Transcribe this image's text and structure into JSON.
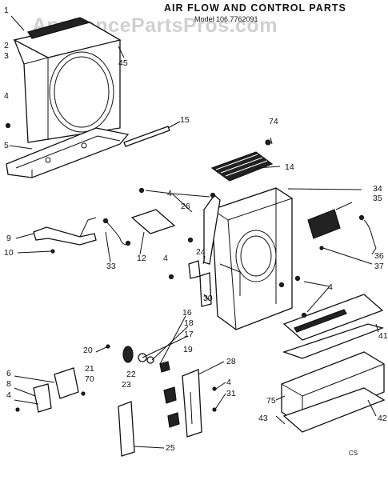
{
  "title": "AIR FLOW AND CONTROL PARTS",
  "model": "Model 106.7762091",
  "watermark": "AppliancePartsPros.com",
  "corner_code": "CS",
  "callouts": {
    "c1": "1",
    "c2": "2",
    "c3": "3",
    "c4a": "4",
    "c5": "5",
    "c45": "45",
    "c15": "15",
    "c74": "74",
    "c14": "14",
    "c4b": "4",
    "c26": "26",
    "c34": "34",
    "c35": "35",
    "c9": "9",
    "c10": "10",
    "c33": "33",
    "c12": "12",
    "c4c": "4",
    "c24": "24",
    "c30": "30",
    "c36": "36",
    "c37": "37",
    "c4d": "4",
    "c16": "16",
    "c18": "18",
    "c17": "17",
    "c20": "20",
    "c19": "19",
    "c41": "41",
    "c6": "6",
    "c8": "8",
    "c4e": "4",
    "c21": "21",
    "c70": "70",
    "c22": "22",
    "c23": "23",
    "c28": "28",
    "c4f": "4",
    "c31": "31",
    "c75": "75",
    "c43": "43",
    "c42": "42",
    "c25": "25"
  }
}
